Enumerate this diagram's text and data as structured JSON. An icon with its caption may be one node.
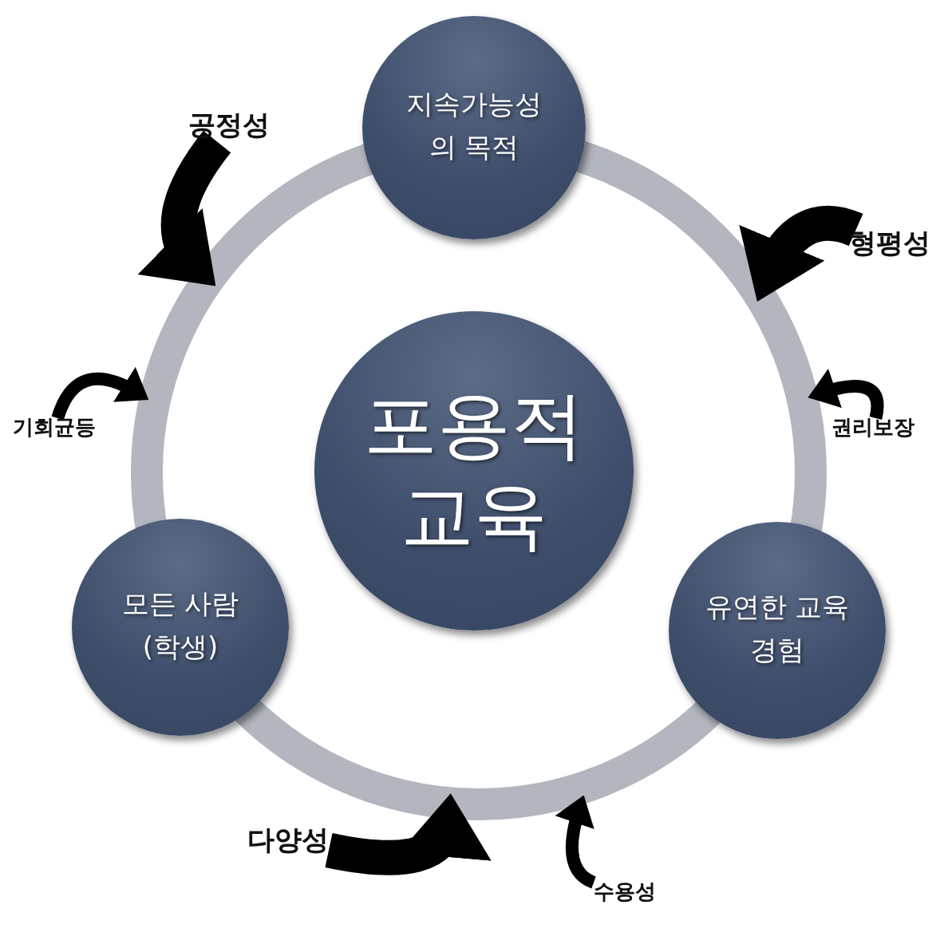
{
  "diagram": {
    "nodes": [
      {
        "text": [],
        "shape": "circle"
      },
      {
        "text": [
          "지속가능성 의 목적"
        ]
      },
      {
        "text": [
          "포용적 교육"
        ],
        "in": 0
      },
      {
        "text": [
          "유연한 교육 경험"
        ]
      },
      {
        "text": [
          "모든 사람 (학생)"
        ]
      },
      {
        "text": [
          "공정성"
        ]
      },
      {
        "text": [
          "형평성"
        ]
      },
      {
        "text": [
          "기회균등"
        ]
      },
      {
        "text": [
          "권리보장"
        ]
      },
      {
        "text": [
          "다양성"
        ]
      },
      {
        "text": [
          "수용성"
        ]
      }
    ],
    "edges": [
      {
        "from": 5,
        "to": 0,
        "arrow": "to",
        "style": "thick"
      },
      {
        "from": 6,
        "to": 0,
        "arrow": "to",
        "style": "thick"
      },
      {
        "from": 7,
        "to": 0,
        "arrow": "to"
      },
      {
        "from": 8,
        "to": 0,
        "arrow": "to"
      },
      {
        "from": 9,
        "to": 0,
        "arrow": "to",
        "style": "thick"
      },
      {
        "from": 10,
        "to": 0,
        "arrow": "to"
      }
    ]
  }
}
